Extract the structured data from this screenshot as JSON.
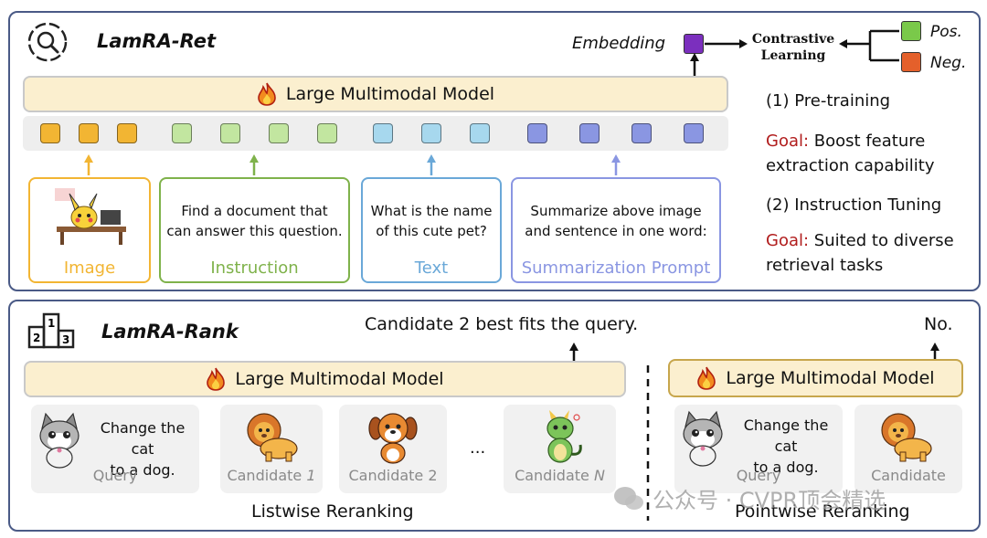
{
  "ret": {
    "title": "LamRA-Ret",
    "llm_label": "Large Multimodal Model",
    "embedding_label": "Embedding",
    "contrastive_line1": "Contrastive",
    "contrastive_line2": "Learning",
    "pos_label": "Pos.",
    "neg_label": "Neg.",
    "inputs": {
      "image": {
        "label": "Image"
      },
      "instruction": {
        "text1": "Find a document  that",
        "text2": "can answer this question.",
        "label": "Instruction"
      },
      "text": {
        "text1": "What is the name",
        "text2": "of this cute pet?",
        "label": "Text"
      },
      "prompt": {
        "text1": "Summarize above image",
        "text2": "and sentence in one word:",
        "label": "Summarization Prompt"
      }
    },
    "stage1": "(1) Pre-training",
    "goal_word": "Goal:",
    "goal1_a": " Boost feature",
    "goal1_b": "extraction capability",
    "stage2": "(2) Instruction Tuning",
    "goal2_a": " Suited to diverse",
    "goal2_b": "retrieval tasks",
    "colors": {
      "image": "#f2b533",
      "instruction": "#7fb24b",
      "text": "#6aa8d8",
      "prompt": "#8a96e2",
      "embedding": "#7b2fbe",
      "pos": "#7ac94a",
      "neg": "#e4602b"
    }
  },
  "rank": {
    "title": "LamRA-Rank",
    "listwise_output": "Candidate 2 best fits the query.",
    "pointwise_output": "No.",
    "llm_label": "Large Multimodal Model",
    "query_text1": "Change the cat",
    "query_text2": "to a dog.",
    "query_label": "Query",
    "cand1_label": "Candidate ",
    "cand1_idx": "1",
    "cand2_label": "Candidate 2",
    "candN_label": "Candidate ",
    "candN_idx": "N",
    "candidate_label": "Candidate",
    "ellipsis": "...",
    "listwise_caption": "Listwise Reranking",
    "pointwise_caption": "Pointwise Reranking"
  },
  "watermark": "公众号 · CVPR顶会精选"
}
